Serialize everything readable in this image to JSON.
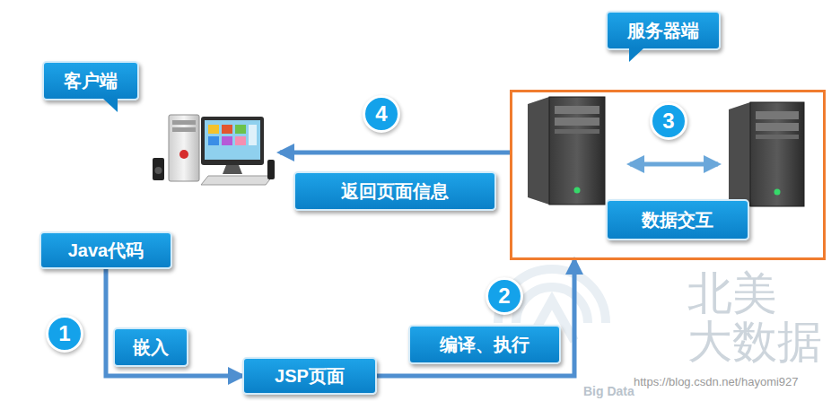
{
  "diagram": {
    "nodes": [
      {
        "text": [
          "客户端"
        ]
      },
      {
        "text": [
          "服务器端"
        ]
      },
      {
        "text": [
          "数据交互"
        ],
        "in": 1
      },
      {
        "text": [
          "Java代码"
        ]
      },
      {
        "text": [
          "JSP页面"
        ]
      }
    ],
    "edges": [
      {
        "from": 3,
        "to": 4,
        "label": "嵌入",
        "arrow": "to"
      },
      {
        "from": 4,
        "to": 1,
        "label": "编译、执行",
        "arrow": "to"
      },
      {
        "from": 1,
        "to": 0,
        "label": "返回页面信息",
        "arrow": "to"
      }
    ],
    "labels": [
      "4",
      "3",
      "1",
      "2",
      "北美",
      "大数据",
      "Big Data",
      "https://blog.csdn.net/hayomi927"
    ]
  }
}
